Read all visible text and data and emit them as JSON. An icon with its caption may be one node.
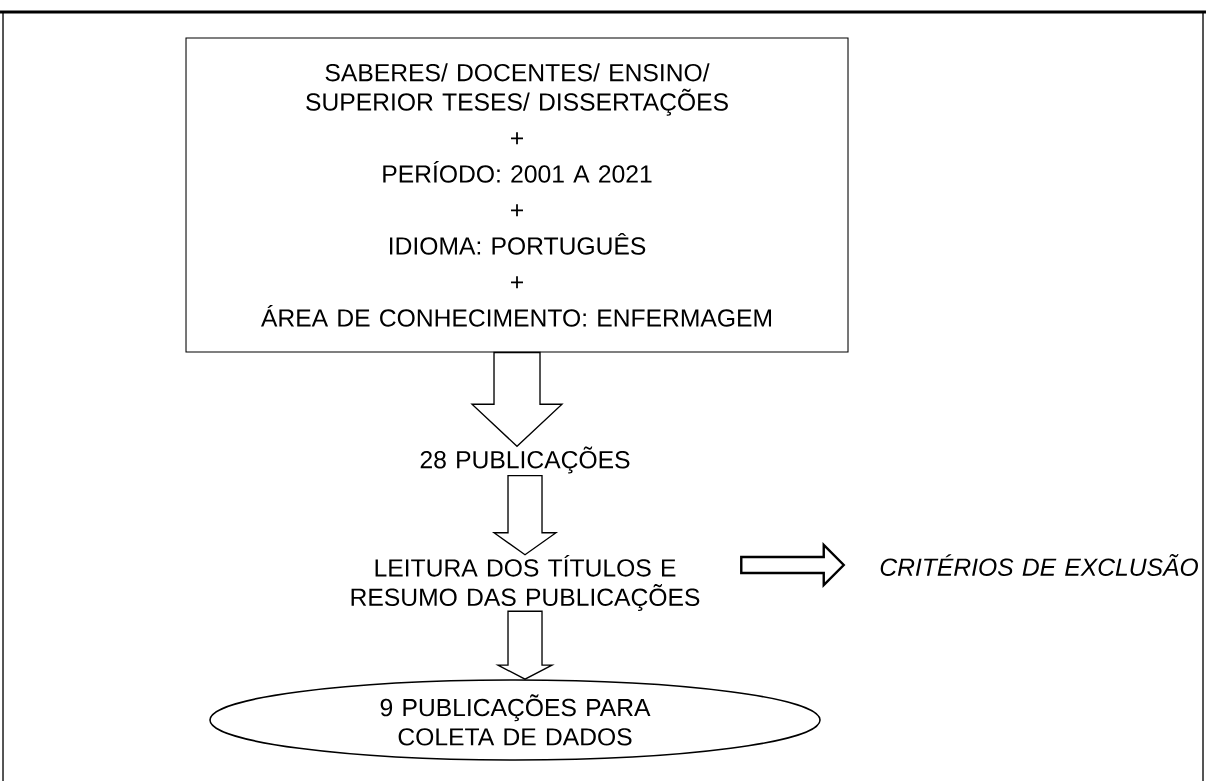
{
  "diagram": {
    "nodes": [
      {
        "text": [
          "SABERES/ DOCENTES/ ENSINO/ SUPERIOR TESES/ DISSERTAÇÕES",
          "+",
          "PERÍODO: 2001 A 2021",
          "+",
          "IDIOMA: PORTUGUÊS",
          "+",
          "ÁREA DE CONHECIMENTO: ENFERMAGEM"
        ]
      },
      {
        "text": [
          "28 PUBLICAÇÕES"
        ]
      },
      {
        "text": [
          "LEITURA DOS TÍTULOS E RESUMO DAS PUBLICAÇÕES"
        ]
      },
      {
        "text": [
          "CRITÉRIOS DE EXCLUSÃO"
        ]
      },
      {
        "text": [
          "9 PUBLICAÇÕES PARA COLETA DE DADOS"
        ]
      }
    ],
    "edges": [
      {
        "from": 0,
        "to": 1,
        "arrow": "to"
      },
      {
        "from": 1,
        "to": 2,
        "arrow": "to"
      },
      {
        "from": 2,
        "to": 3,
        "arrow": "to"
      },
      {
        "from": 2,
        "to": 4,
        "arrow": "to"
      }
    ]
  }
}
